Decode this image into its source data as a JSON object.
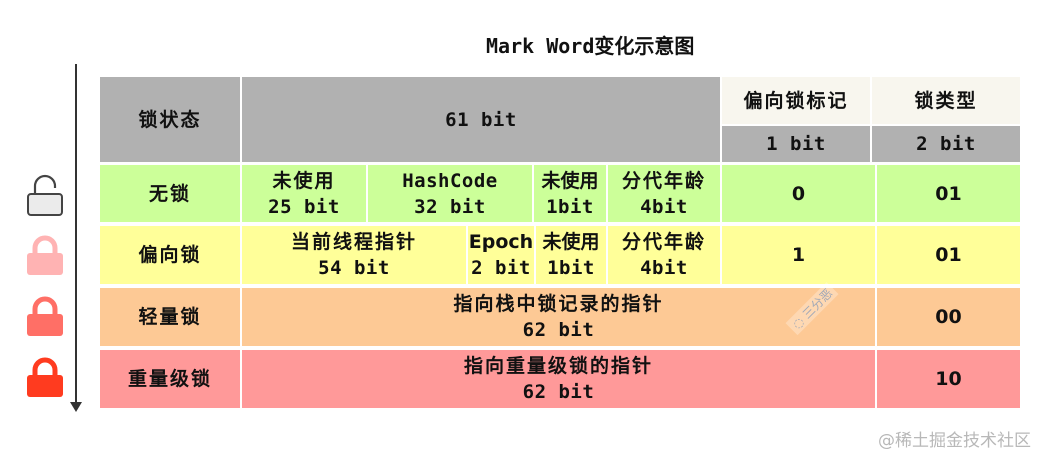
{
  "title": "Mark Word变化示意图",
  "header": {
    "lock_state": "锁状态",
    "bits_61": "61 bit",
    "biased_flag": "偏向锁标记",
    "biased_flag_bits": "1 bit",
    "lock_type": "锁类型",
    "lock_type_bits": "2 bit"
  },
  "rows": [
    {
      "state": "无锁",
      "color": "#ccff99",
      "icon": "unlocked-padlock-icon",
      "fields": [
        {
          "name": "未使用",
          "bits": "25 bit"
        },
        {
          "name": "HashCode",
          "bits": "32 bit"
        },
        {
          "name": "未使用",
          "bits": "1bit"
        },
        {
          "name": "分代年龄",
          "bits": "4bit"
        }
      ],
      "biased_flag": "0",
      "lock_type": "01"
    },
    {
      "state": "偏向锁",
      "color": "#ffff99",
      "icon": "light-pink-padlock-icon",
      "fields": [
        {
          "name": "当前线程指针",
          "bits": "54 bit"
        },
        {
          "name": "Epoch",
          "bits": "2 bit"
        },
        {
          "name": "未使用",
          "bits": "1bit"
        },
        {
          "name": "分代年龄",
          "bits": "4bit"
        }
      ],
      "biased_flag": "1",
      "lock_type": "01"
    },
    {
      "state": "轻量锁",
      "color": "#fdc995",
      "icon": "salmon-padlock-icon",
      "fields": [
        {
          "name": "指向栈中锁记录的指针",
          "bits": "62 bit"
        }
      ],
      "lock_type": "00"
    },
    {
      "state": "重量级锁",
      "color": "#ff9999",
      "icon": "red-padlock-icon",
      "fields": [
        {
          "name": "指向重量级锁的指针",
          "bits": "62 bit"
        }
      ],
      "lock_type": "10"
    }
  ],
  "watermarks": {
    "inline": "三分恶",
    "footer": "@稀土掘金技术社区"
  },
  "colors": {
    "header_gray": "#b1b1b1",
    "header_cream": "#f8f6ee",
    "unlocked": "#ccff99",
    "biased": "#ffff99",
    "lightweight": "#fdc995",
    "heavyweight": "#ff9999"
  }
}
